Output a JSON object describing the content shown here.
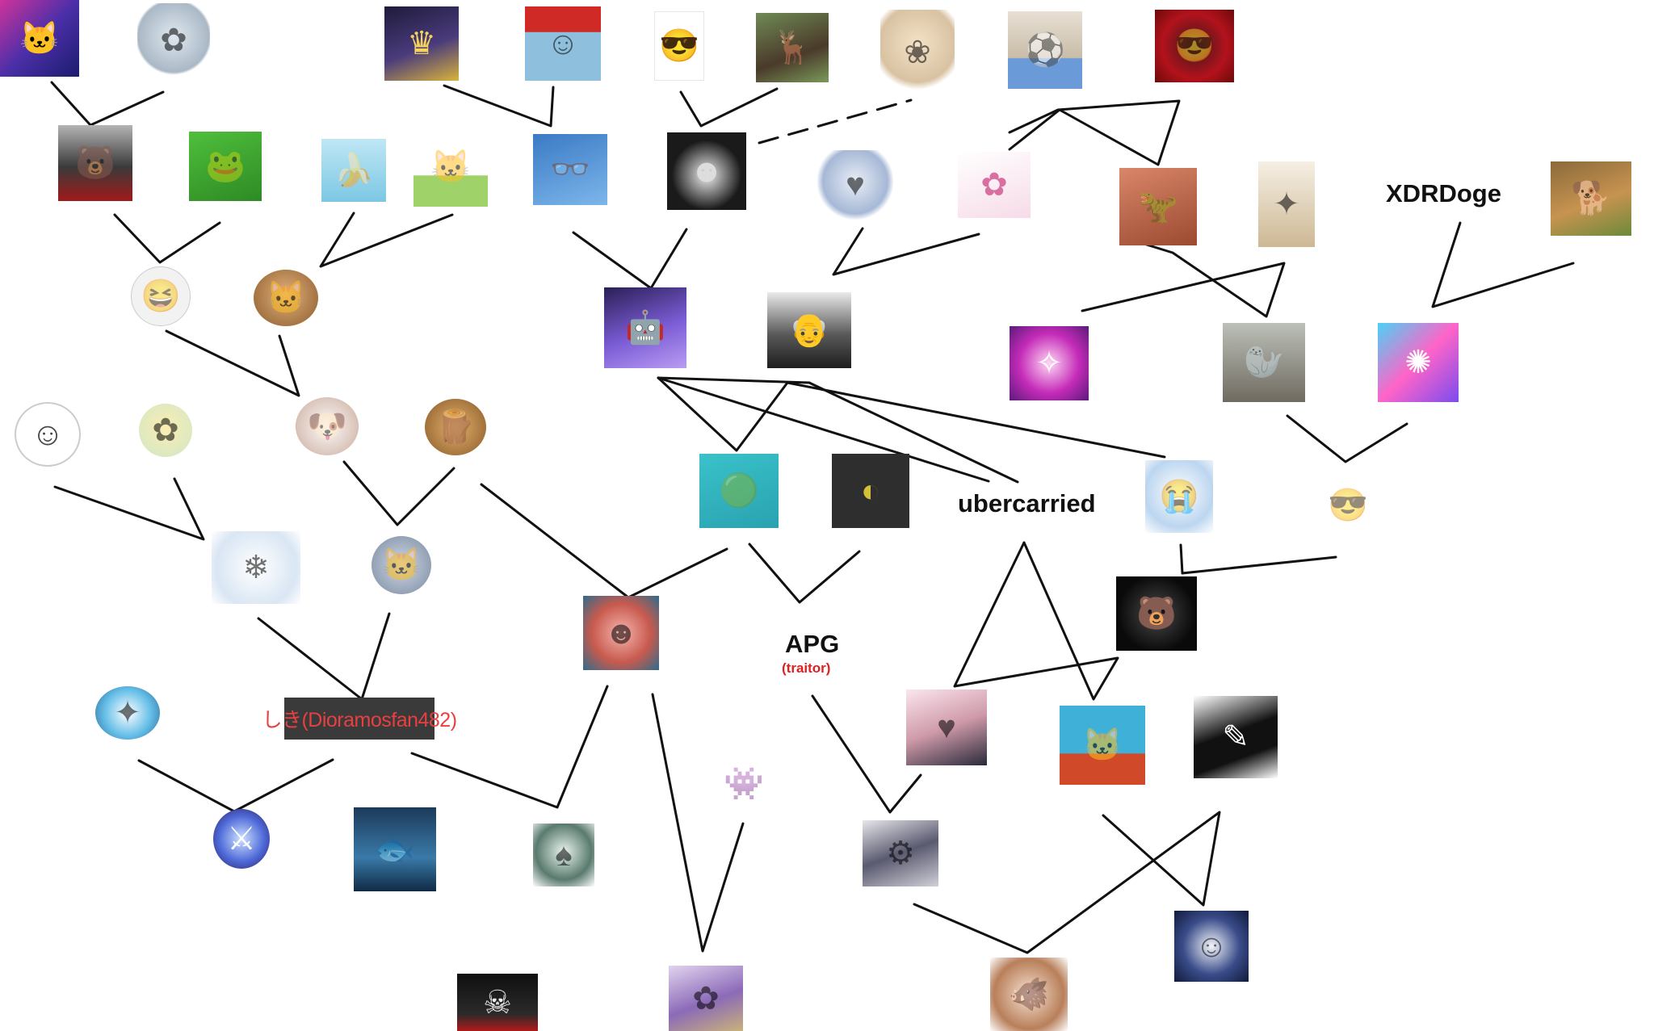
{
  "labels": {
    "xdrdoge": "XDRDoge",
    "ubercarried": "ubercarried",
    "apg": "APG",
    "apg_note": "(traitor)",
    "shiki": "しき(Dioramosfan482)"
  },
  "colors": {
    "line": "#111111",
    "traitor": "#e02020",
    "namebox_bg": "#3a3a3a",
    "namebox_text": "#e84040"
  }
}
